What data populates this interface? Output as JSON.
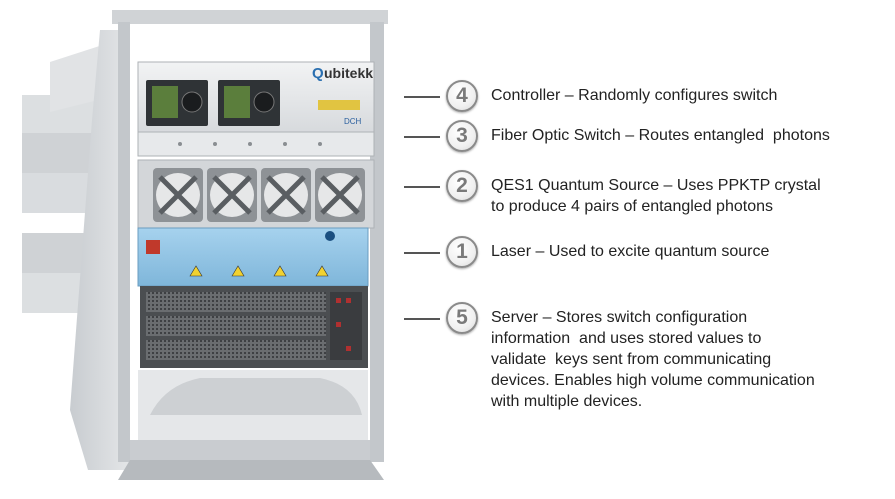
{
  "logo": {
    "text": "ubitekk",
    "initial": "Q",
    "sub": "DCH"
  },
  "callouts": [
    {
      "number": "4",
      "title": "Controller",
      "description": "Randomly configures switch",
      "lines": [
        "Controller – Randomly configures switch"
      ]
    },
    {
      "number": "3",
      "title": "Fiber Optic Switch",
      "description": "Routes entangled photons",
      "lines": [
        "Fiber Optic Switch – Routes entangled  photons"
      ]
    },
    {
      "number": "2",
      "title": "QES1 Quantum Source",
      "description": "Uses PPKTP crystal to produce 4 pairs of entangled photons",
      "lines": [
        "QES1 Quantum Source – Uses PPKTP crystal",
        "to produce 4 pairs of entangled photons"
      ]
    },
    {
      "number": "1",
      "title": "Laser",
      "description": "Used to excite quantum source",
      "lines": [
        "Laser – Used to excite quantum source"
      ]
    },
    {
      "number": "5",
      "title": "Server",
      "description": "Stores switch configuration information and uses stored values to validate keys sent from communicating devices. Enables high volume communication with multiple devices.",
      "lines": [
        "Server – Stores switch configuration",
        "information  and uses stored values to",
        "validate  keys sent from communicating",
        "devices. Enables high volume communication",
        "with multiple devices."
      ]
    }
  ],
  "colors": {
    "rack": "#d6d9dc",
    "rack_dark": "#b9bdc1",
    "laser_panel": "#8ec3e4",
    "server": "#5f6265",
    "badge_border": "#8a8a8a",
    "leader": "#555555",
    "text": "#222222"
  }
}
